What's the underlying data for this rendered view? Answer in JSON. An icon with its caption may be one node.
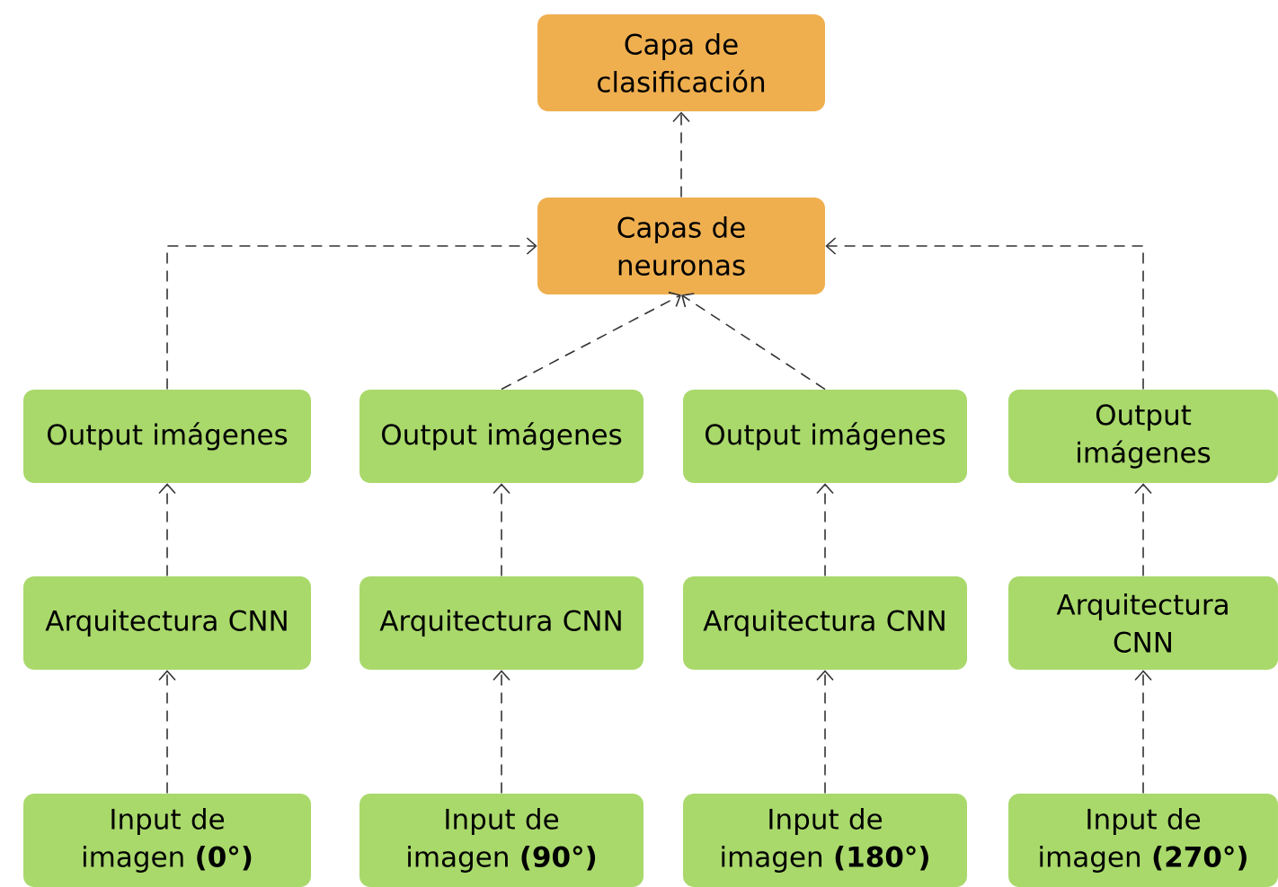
{
  "diagram": {
    "nodes": [
      {
        "text": [
          "Capa de clasificación"
        ]
      },
      {
        "text": [
          "Capas de neuronas"
        ]
      },
      {
        "text": [
          "Output imágenes"
        ]
      },
      {
        "text": [
          "Output imágenes"
        ]
      },
      {
        "text": [
          "Output imágenes"
        ]
      },
      {
        "text": [
          "Output imágenes"
        ]
      },
      {
        "text": [
          "Arquitectura CNN"
        ]
      },
      {
        "text": [
          "Arquitectura CNN"
        ]
      },
      {
        "text": [
          "Arquitectura CNN"
        ]
      },
      {
        "text": [
          "Arquitectura CNN"
        ]
      },
      {
        "text": [
          "Input de imagen **(0°)**"
        ]
      },
      {
        "text": [
          "Input de imagen **(90°)**"
        ]
      },
      {
        "text": [
          "Input de imagen **(180°)**"
        ]
      },
      {
        "text": [
          "Input de imagen **(270°)**"
        ]
      }
    ],
    "edges": [
      {
        "from": 10,
        "to": 6,
        "arrow": "to"
      },
      {
        "from": 11,
        "to": 7,
        "arrow": "to"
      },
      {
        "from": 12,
        "to": 8,
        "arrow": "to"
      },
      {
        "from": 13,
        "to": 9,
        "arrow": "to"
      },
      {
        "from": 6,
        "to": 2,
        "arrow": "to"
      },
      {
        "from": 7,
        "to": 3,
        "arrow": "to"
      },
      {
        "from": 8,
        "to": 4,
        "arrow": "to"
      },
      {
        "from": 9,
        "to": 5,
        "arrow": "to"
      },
      {
        "from": 2,
        "to": 1,
        "arrow": "to"
      },
      {
        "from": 3,
        "to": 1,
        "arrow": "to"
      },
      {
        "from": 4,
        "to": 1,
        "arrow": "to"
      },
      {
        "from": 5,
        "to": 1,
        "arrow": "to"
      },
      {
        "from": 1,
        "to": 0,
        "arrow": "to"
      }
    ]
  }
}
